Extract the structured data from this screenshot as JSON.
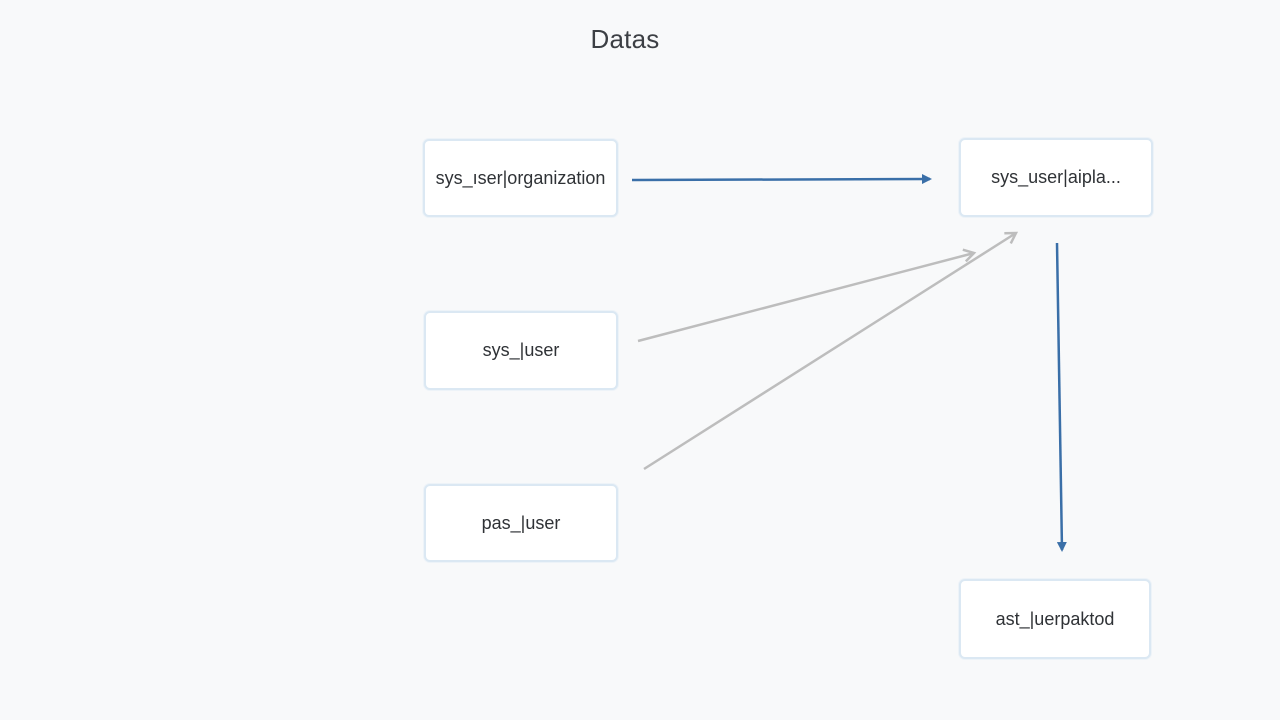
{
  "title": "Datas",
  "colors": {
    "background": "#f8f9fa",
    "node_border": "#dbe8f3",
    "primary_edge": "#3a6fa8",
    "secondary_edge": "#bdbdbd"
  },
  "nodes": [
    {
      "id": "n1",
      "label": "sys_ıser|organization"
    },
    {
      "id": "n2",
      "label": "sys_user|aipla..."
    },
    {
      "id": "n3",
      "label": "sys_|user"
    },
    {
      "id": "n4",
      "label": "pas_|user"
    },
    {
      "id": "n5",
      "label": "ast_|uerpaktod"
    }
  ],
  "edges": [
    {
      "from": "n1",
      "to": "n2",
      "style": "primary"
    },
    {
      "from": "n3",
      "to": "n2",
      "style": "secondary"
    },
    {
      "from": "n4",
      "to": "n2",
      "style": "secondary"
    },
    {
      "from": "n2",
      "to": "n5",
      "style": "primary"
    }
  ]
}
